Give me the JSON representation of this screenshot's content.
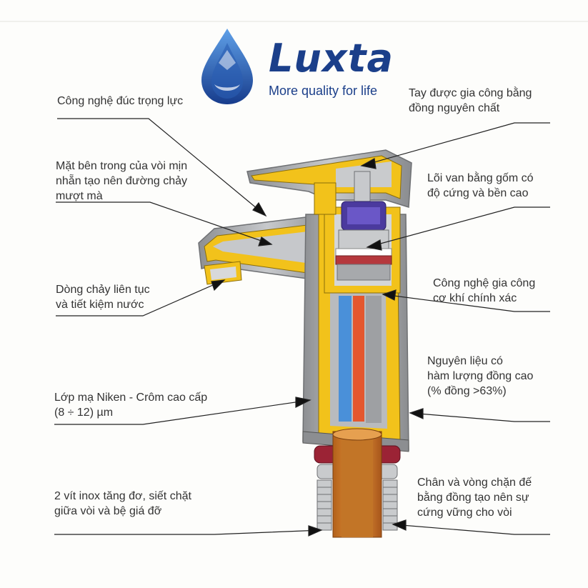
{
  "brand": {
    "name": "Luxta",
    "tagline": "More quality for life",
    "color": "#1b3f8a",
    "logo_icon": "water-drop-icon"
  },
  "callouts": {
    "gravity_casting": [
      "Công nghệ đúc trọng lực"
    ],
    "smooth_interior": [
      "Mặt bên trong của vòi mịn",
      "nhẵn tạo nên đường chảy",
      "mượt mà"
    ],
    "continuous_flow": [
      "Dòng chảy liên tục",
      "và tiết kiệm nước"
    ],
    "plating": [
      "Lớp mạ Niken - Crôm cao cấp",
      "(8 ÷ 12) µm"
    ],
    "screws": [
      "2 vít inox tăng đơ, siết chặt",
      "giữa vòi và bệ giá đỡ"
    ],
    "handle": [
      "Tay được gia công bằng",
      "đồng nguyên chất"
    ],
    "ceramic_core": [
      "Lõi van bằng gốm có",
      "độ cứng và bền cao"
    ],
    "precision_machining": [
      "Công nghệ gia công",
      "cơ khí chính xác"
    ],
    "copper_content": [
      "Nguyên liệu có",
      "hàm lượng đồng cao",
      "(% đồng >63%)"
    ],
    "base_ring": [
      "Chân và vòng chặn đế",
      "bằng đồng  tạo nên sự",
      "cứng vững cho vòi"
    ]
  },
  "colors": {
    "brass": "#f2c21b",
    "chrome": "#a9abae",
    "hot_water": "#e4572e",
    "cold_water": "#4a90d9",
    "valve": "#4b3a9e",
    "copper_pipe": "#d9822b"
  }
}
